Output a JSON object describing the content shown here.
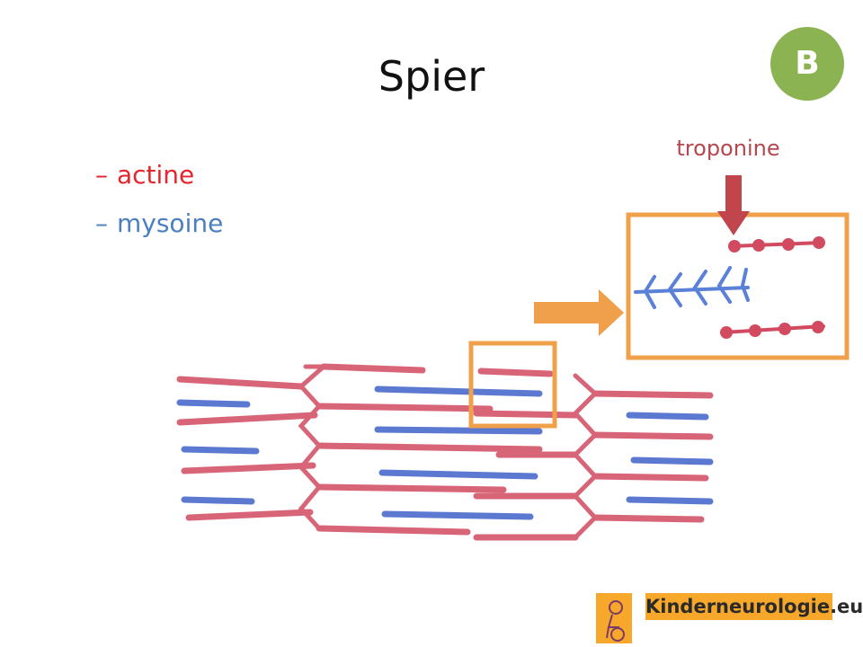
{
  "slide": {
    "title": "Spier",
    "badge": "B",
    "legend": [
      {
        "dash": "–",
        "label": "actine",
        "color": "#e3262e"
      },
      {
        "dash": "–",
        "label": "mysoine",
        "color": "#4a7fc1"
      }
    ],
    "callout_label": "troponine",
    "logo_text": "Kinderneurologie.eu"
  },
  "colors": {
    "actin": "#d24a60",
    "myosin": "#3f62c8",
    "highlight": "#f0a04b",
    "troponin_arrow": "#c0454d",
    "badge": "#8cb352",
    "logo": "#f7a72a"
  }
}
